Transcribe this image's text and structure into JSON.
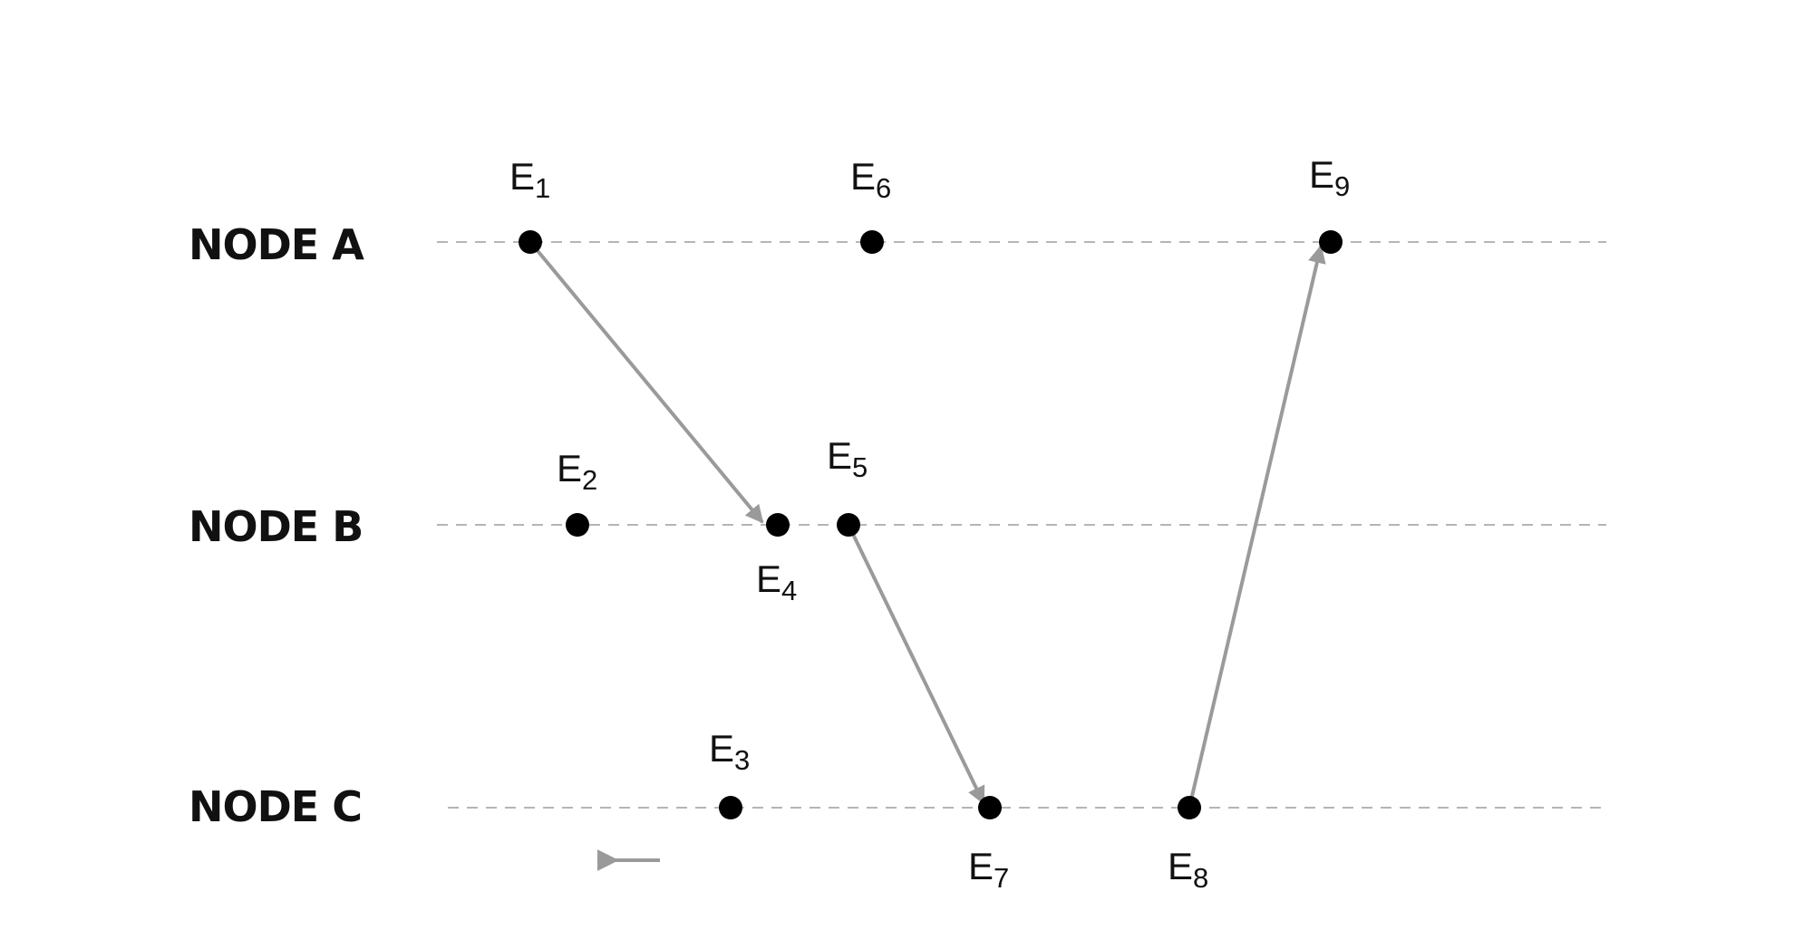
{
  "nodes": [
    {
      "id": "A",
      "label": "NODE A"
    },
    {
      "id": "B",
      "label": "NODE B"
    },
    {
      "id": "C",
      "label": "NODE C"
    }
  ],
  "events": [
    {
      "id": "E1",
      "letter": "E",
      "sub": "1",
      "node": "A",
      "order": 1
    },
    {
      "id": "E6",
      "letter": "E",
      "sub": "6",
      "node": "A",
      "order": 6
    },
    {
      "id": "E9",
      "letter": "E",
      "sub": "9",
      "node": "A",
      "order": 9
    },
    {
      "id": "E2",
      "letter": "E",
      "sub": "2",
      "node": "B",
      "order": 2
    },
    {
      "id": "E4",
      "letter": "E",
      "sub": "4",
      "node": "B",
      "order": 4
    },
    {
      "id": "E5",
      "letter": "E",
      "sub": "5",
      "node": "B",
      "order": 5
    },
    {
      "id": "E3",
      "letter": "E",
      "sub": "3",
      "node": "C",
      "order": 3
    },
    {
      "id": "E7",
      "letter": "E",
      "sub": "7",
      "node": "C",
      "order": 7
    },
    {
      "id": "E8",
      "letter": "E",
      "sub": "8",
      "node": "C",
      "order": 8
    }
  ],
  "messages": [
    {
      "from": "E1",
      "to": "E4"
    },
    {
      "from": "E5",
      "to": "E7"
    },
    {
      "from": "E8",
      "to": "E9"
    }
  ],
  "legend": {
    "icon": "arrow-left-icon"
  },
  "colors": {
    "dot": "#000000",
    "timeline": "#b5b5b5",
    "message": "#9a9a9a",
    "text": "#111111"
  }
}
